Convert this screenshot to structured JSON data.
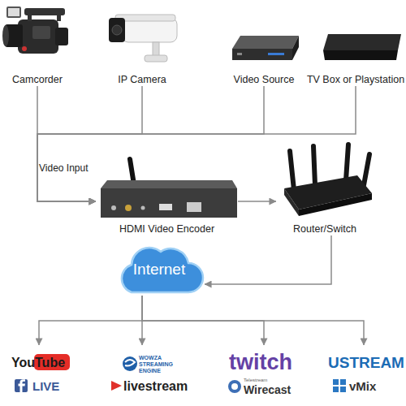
{
  "diagram": {
    "nodes": [
      {
        "text": [
          "Camcorder"
        ]
      },
      {
        "text": [
          "IP Camera"
        ]
      },
      {
        "text": [
          "Video Source"
        ]
      },
      {
        "text": [
          "TV Box or Playstation"
        ]
      },
      {
        "text": [
          "HDMI Video Encoder"
        ]
      },
      {
        "text": [
          "Router/Switch"
        ]
      },
      {
        "text": [
          "Internet"
        ]
      },
      {
        "text": [
          "YouTube",
          "LIVE"
        ]
      },
      {
        "text": [
          "WOWZA STREAMING ENGINE",
          "livestream"
        ]
      },
      {
        "text": [
          "twitch",
          "Telestream",
          "Wirecast"
        ]
      },
      {
        "text": [
          "USTREAM",
          "vMix"
        ]
      }
    ],
    "edges": [
      {
        "from": 0,
        "to": 4,
        "arrow": "to",
        "label": "Video Input"
      },
      {
        "from": 1,
        "to": 4,
        "arrow": "to"
      },
      {
        "from": 2,
        "to": 4,
        "arrow": "to"
      },
      {
        "from": 3,
        "to": 4,
        "arrow": "to"
      },
      {
        "from": 4,
        "to": 5,
        "arrow": "to"
      },
      {
        "from": 5,
        "to": 6,
        "arrow": "to"
      },
      {
        "from": 6,
        "to": 7,
        "arrow": "to"
      },
      {
        "from": 6,
        "to": 8,
        "arrow": "to"
      },
      {
        "from": 6,
        "to": 9,
        "arrow": "to"
      },
      {
        "from": 6,
        "to": 10,
        "arrow": "to"
      }
    ]
  }
}
